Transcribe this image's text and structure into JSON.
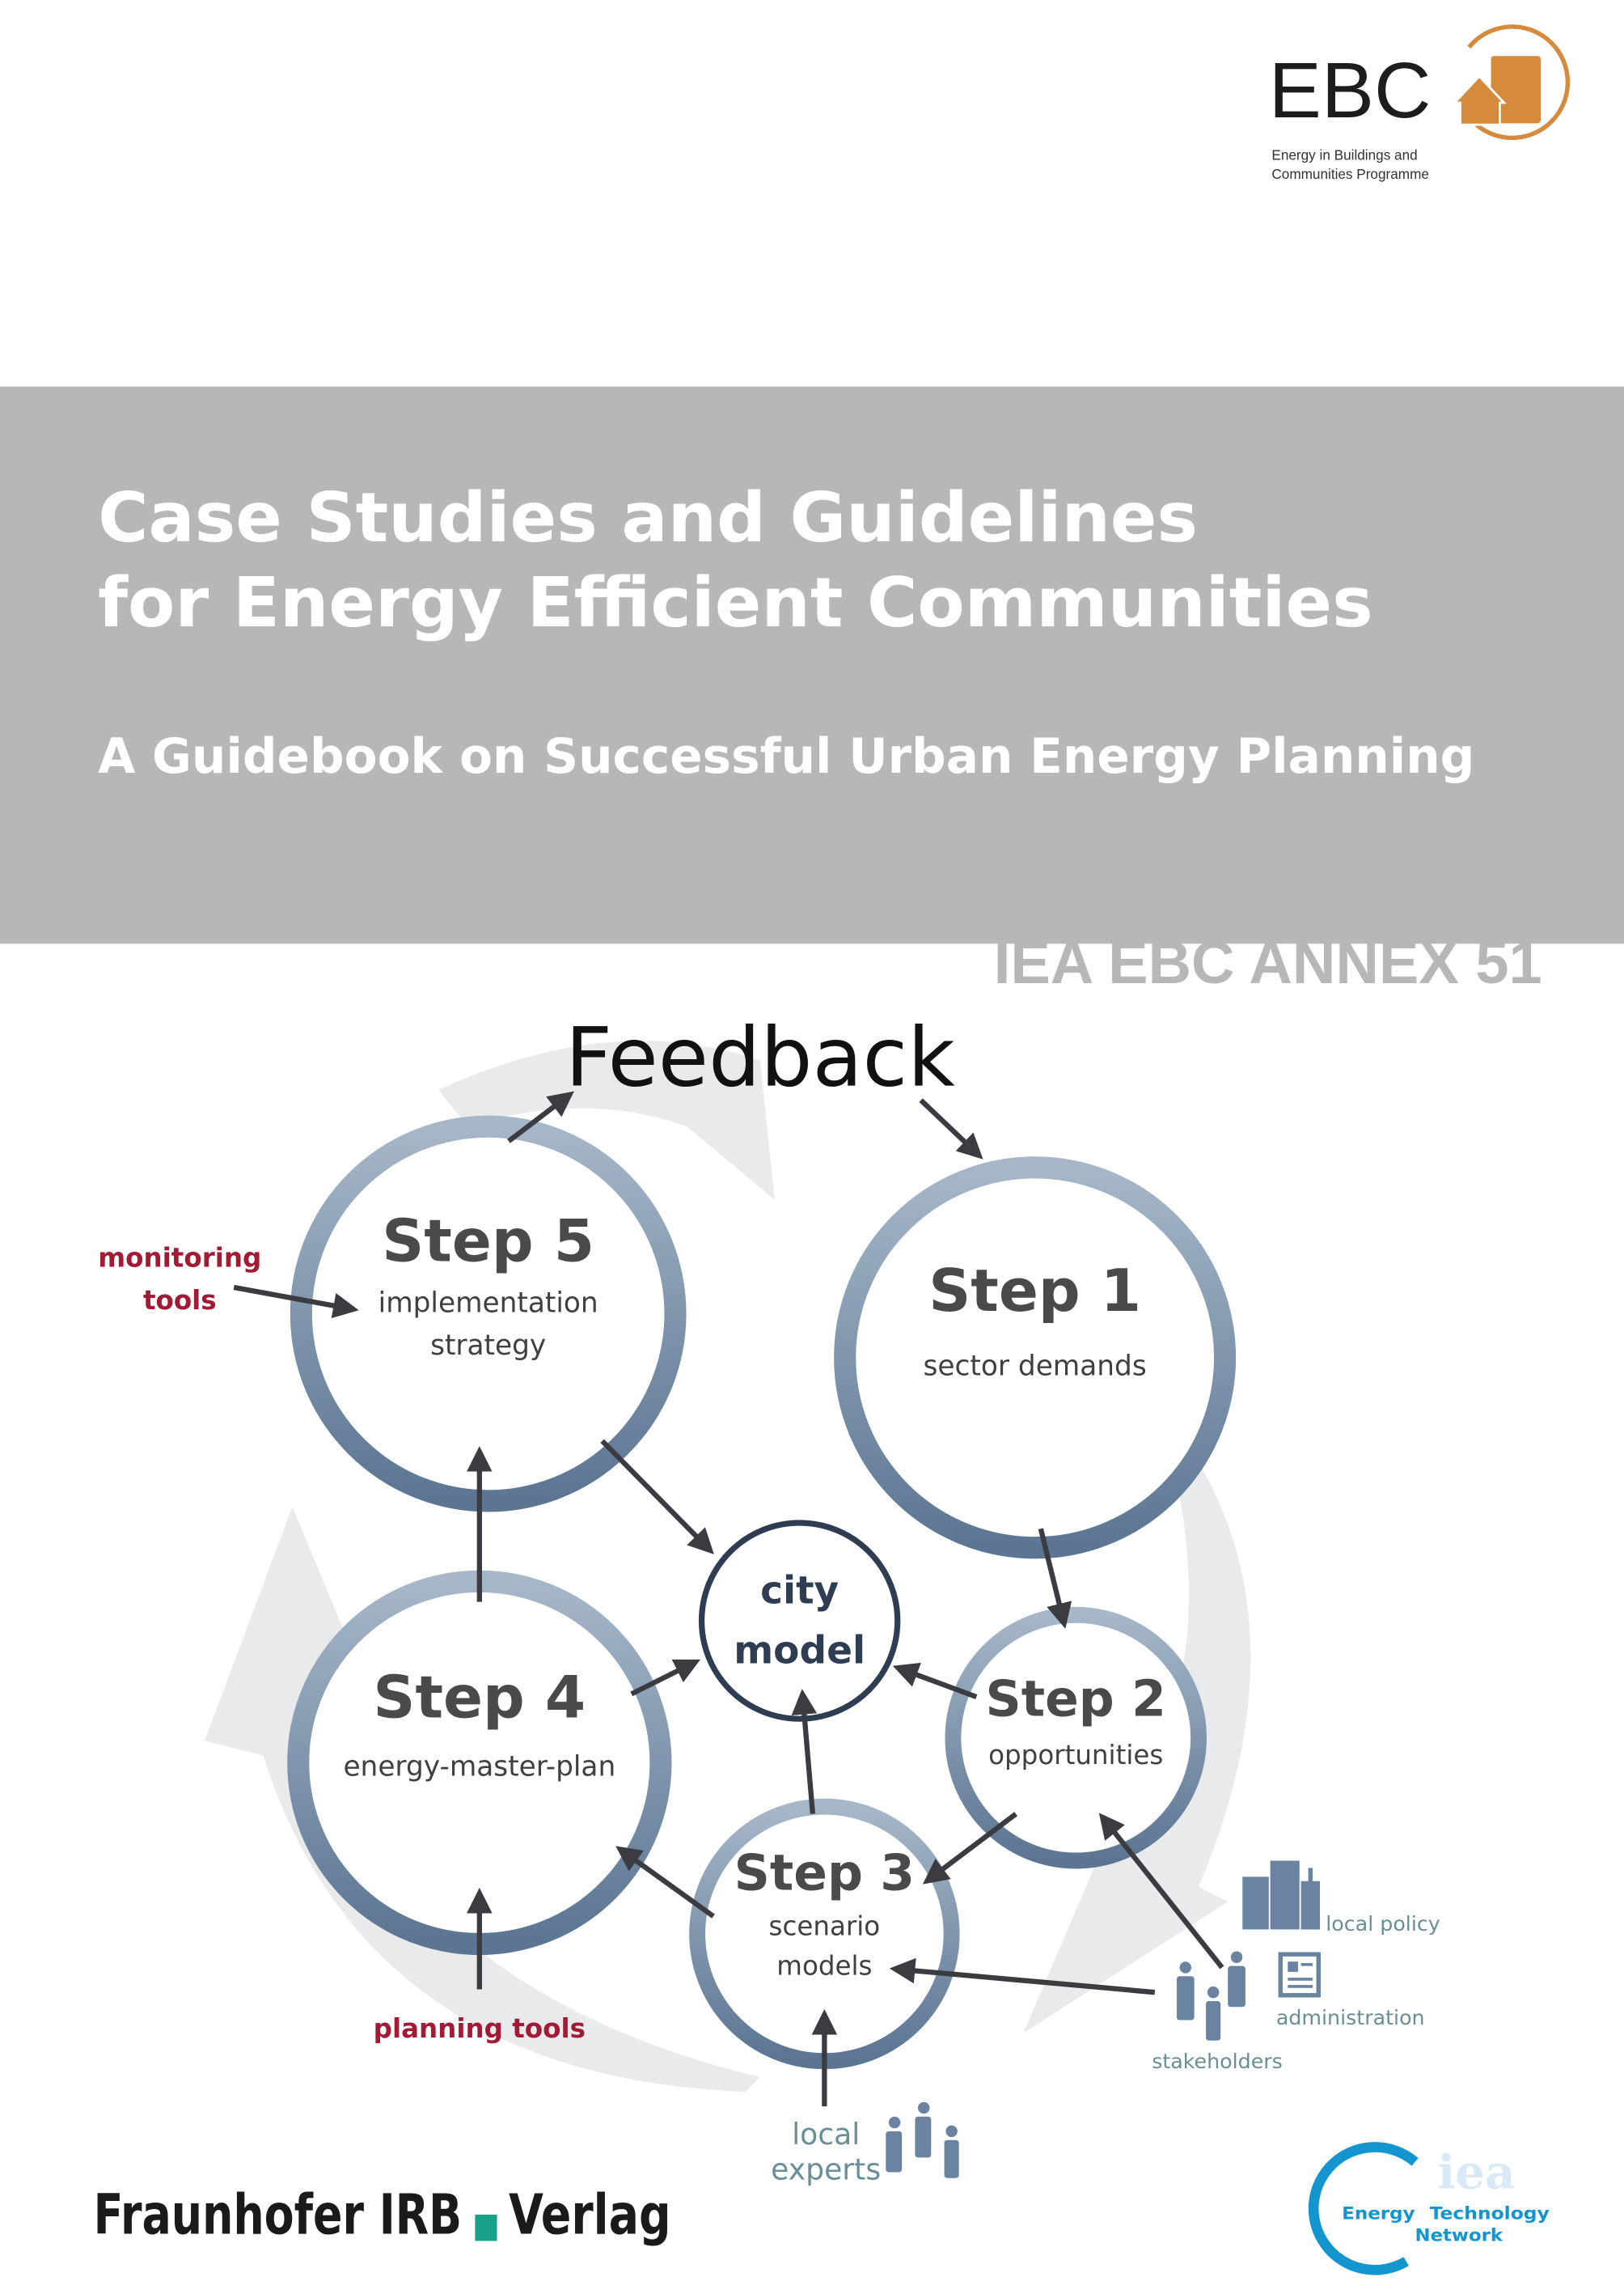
{
  "logo_ebc": {
    "text": "EBC",
    "line1": "Energy in Buildings and",
    "line2": "Communities Programme",
    "color": "#d58a3c"
  },
  "banner": {
    "title_line1": "Case Studies and Guidelines",
    "title_line2": "for Energy Efficient Communities",
    "subtitle": "A Guidebook on Successful Urban Energy Planning",
    "background": "#b7b7b8"
  },
  "annex_label": "IEA EBC ANNEX 51",
  "diagram": {
    "feedback": "Feedback",
    "center": {
      "line1": "city",
      "line2": "model"
    },
    "steps": [
      {
        "title": "Step 1",
        "line1": "sector demands",
        "line2": ""
      },
      {
        "title": "Step 2",
        "line1": "opportunities",
        "line2": ""
      },
      {
        "title": "Step 3",
        "line1": "scenario",
        "line2": "models"
      },
      {
        "title": "Step 4",
        "line1": "energy-master-plan",
        "line2": ""
      },
      {
        "title": "Step 5",
        "line1": "implementation",
        "line2": "strategy"
      }
    ],
    "inputs": {
      "monitoring_line1": "monitoring",
      "monitoring_line2": "tools",
      "planning": "planning tools",
      "experts_line1": "local",
      "experts_line2": "experts",
      "local_policy": "local policy",
      "administration": "administration",
      "stakeholders": "stakeholders"
    },
    "colors": {
      "ring": "#6f88a3",
      "accent_red": "#a31a35",
      "teal_label": "#6a8e96",
      "icon": "#6a83a0"
    }
  },
  "publisher": {
    "name_left": "Fraunhofer IRB",
    "name_right": "Verlag",
    "square_color": "#17a08a"
  },
  "logo_iea": {
    "mark": "iea",
    "line1_a": "Energy",
    "line1_b": "Technology",
    "line2": "Network",
    "color": "#1396cf"
  }
}
